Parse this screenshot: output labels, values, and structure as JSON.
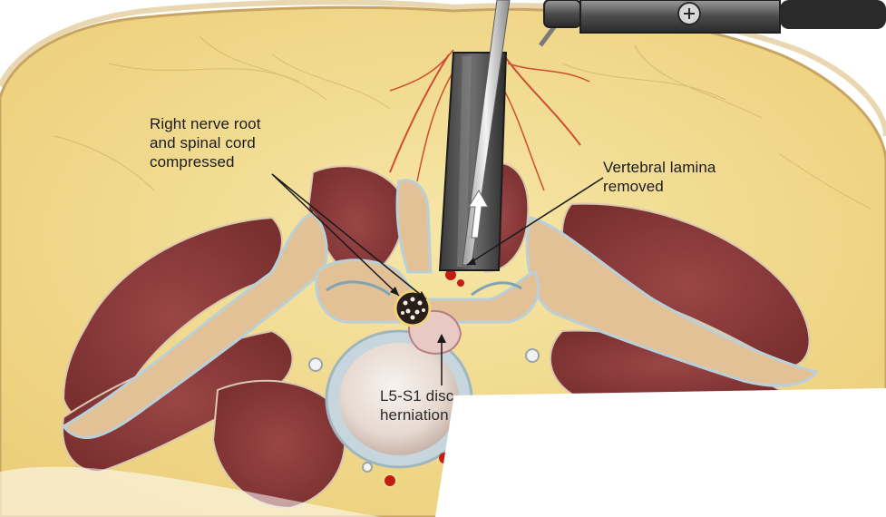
{
  "labels": {
    "nerve_root": "Right nerve root\nand spinal cord\ncompressed",
    "lamina": "Vertebral lamina\nremoved",
    "disc": "L5-S1 disc\nherniation"
  },
  "colors": {
    "fat": "#f3dd8f",
    "muscle": "#8b3a3a",
    "bone": "#e3c197",
    "skin_border": "#c9a563",
    "blood": "#c21d14",
    "instrument": "#4a4a4a"
  }
}
